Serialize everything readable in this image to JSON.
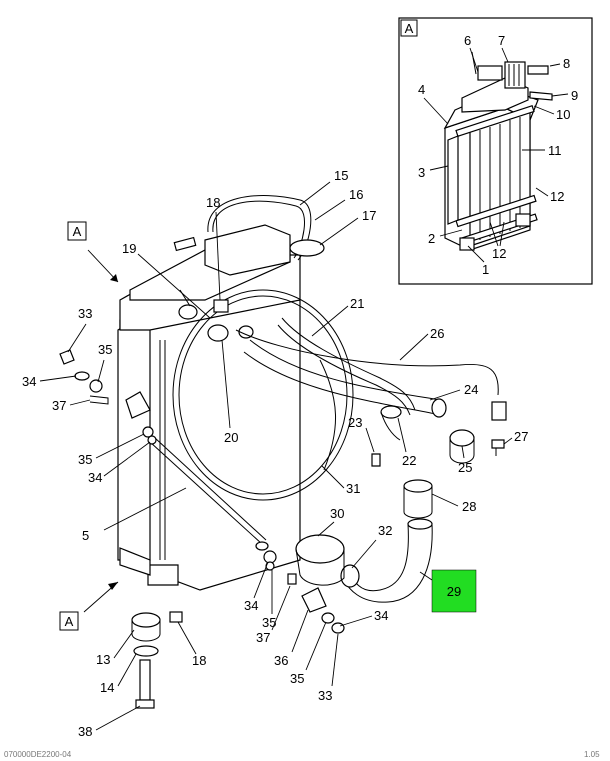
{
  "diagram": {
    "view_callout": "A",
    "inset_label": "A",
    "highlight_color": "#22dd22",
    "highlighted_part": "29",
    "footer_left": "070000DE2200-04",
    "footer_right": "1.05",
    "callouts": {
      "c1": "1",
      "c2": "2",
      "c3": "3",
      "c4": "4",
      "c5": "5",
      "c6": "6",
      "c7": "7",
      "c8": "8",
      "c9": "9",
      "c10": "10",
      "c11": "11",
      "c12a": "12",
      "c12b": "12",
      "c13": "13",
      "c14": "14",
      "c15": "15",
      "c16": "16",
      "c17": "17",
      "c18a": "18",
      "c18b": "18",
      "c19": "19",
      "c20": "20",
      "c21": "21",
      "c22": "22",
      "c23": "23",
      "c24": "24",
      "c25": "25",
      "c26": "26",
      "c27": "27",
      "c28": "28",
      "c29": "29",
      "c30": "30",
      "c31": "31",
      "c32": "32",
      "c33a": "33",
      "c33b": "33",
      "c34a": "34",
      "c34b": "34",
      "c34c": "34",
      "c34d": "34",
      "c35a": "35",
      "c35b": "35",
      "c35c": "35",
      "c35d": "35",
      "c36": "36",
      "c37a": "37",
      "c37b": "37",
      "c38": "38"
    }
  }
}
